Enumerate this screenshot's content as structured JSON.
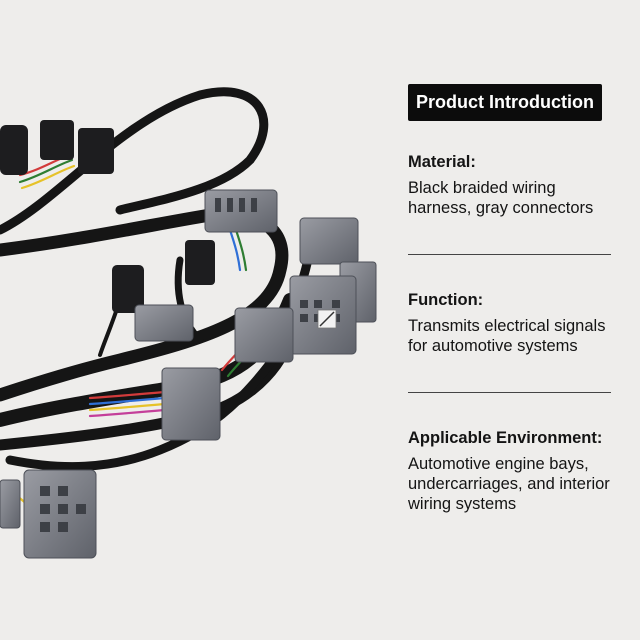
{
  "badge": {
    "label": "Product Introduction"
  },
  "sections": [
    {
      "title": "Material:",
      "body": "Black braided wiring harness, gray connectors"
    },
    {
      "title": "Function:",
      "body": "Transmits electrical signals for automotive systems"
    },
    {
      "title": "Applicable Environment:",
      "body": "Automotive engine bays, undercarriages, and interior wiring systems"
    }
  ],
  "image": {
    "subject": "automotive-wiring-harness",
    "cable_color": "#151515",
    "connector_color": "#7d8088"
  },
  "colors": {
    "background": "#eeedeb",
    "badge_background": "#0c0c0c",
    "badge_text": "#ffffff",
    "text": "#141414"
  }
}
